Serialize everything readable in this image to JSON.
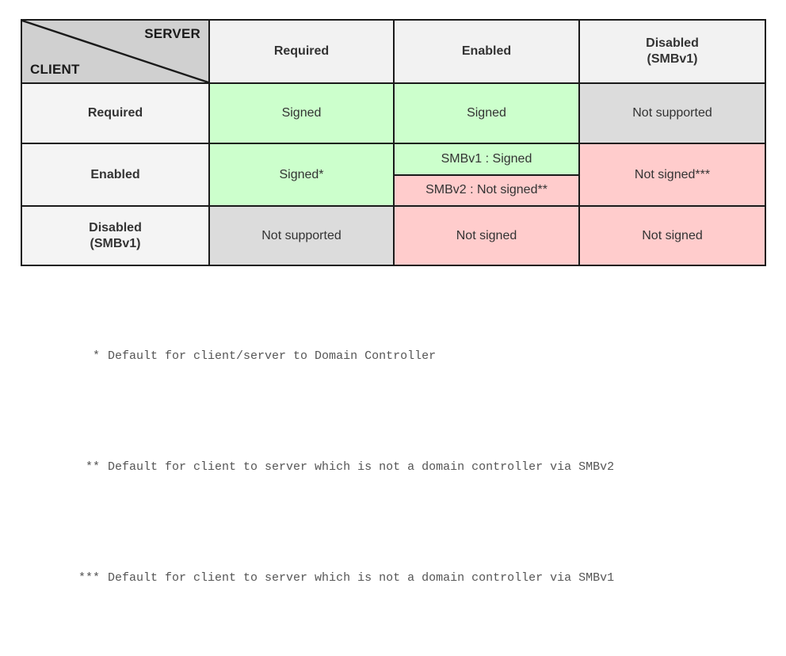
{
  "table": {
    "corner": {
      "server_label": "SERVER",
      "client_label": "CLIENT"
    },
    "column_headers": [
      "Required",
      "Enabled",
      "Disabled\n(SMBv1)"
    ],
    "column_headers_lines": [
      [
        "Required"
      ],
      [
        "Enabled"
      ],
      [
        "Disabled",
        "(SMBv1)"
      ]
    ],
    "rows": [
      {
        "header_lines": [
          "Required"
        ],
        "cells": [
          {
            "text": "Signed",
            "state": "green"
          },
          {
            "text": "Signed",
            "state": "green"
          },
          {
            "text": "Not supported",
            "state": "gray"
          }
        ]
      },
      {
        "header_lines": [
          "Enabled"
        ],
        "cells": [
          {
            "text": "Signed*",
            "state": "green"
          },
          {
            "split": true,
            "parts": [
              {
                "text": "SMBv1 : Signed",
                "state": "green"
              },
              {
                "text": "SMBv2 : Not signed**",
                "state": "pink"
              }
            ]
          },
          {
            "text": "Not signed***",
            "state": "pink"
          }
        ]
      },
      {
        "header_lines": [
          "Disabled",
          "(SMBv1)"
        ],
        "cells": [
          {
            "text": "Not supported",
            "state": "gray"
          },
          {
            "text": "Not signed",
            "state": "pink"
          },
          {
            "text": "Not signed",
            "state": "pink"
          }
        ]
      }
    ]
  },
  "footnotes": [
    {
      "mark": "*",
      "text": "Default for client/server to Domain Controller"
    },
    {
      "mark": "**",
      "text": "Default for client to server which is not a domain controller via SMBv2"
    },
    {
      "mark": "***",
      "text": "Default for client to server which is not a domain controller via SMBv1"
    }
  ],
  "colors": {
    "signed_green": "#ccffcc",
    "not_signed_pink": "#ffcccc",
    "not_supported_gray": "#dcdcdc",
    "header_gray": "#f2f2f2",
    "corner_gray": "#d0d0d0",
    "border": "#1a1a1a"
  }
}
